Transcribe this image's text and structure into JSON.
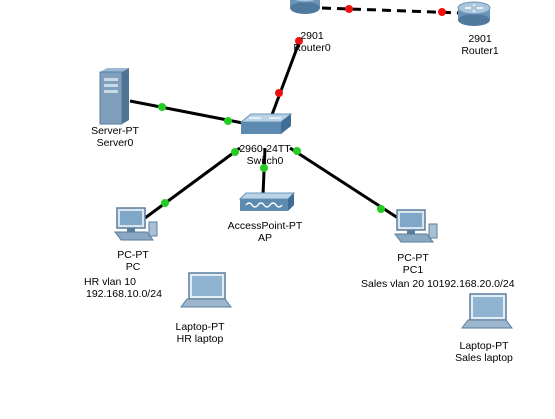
{
  "devices": {
    "router0": {
      "model": "2901",
      "name": "Router0",
      "icon": "router-icon"
    },
    "router1": {
      "model": "2901",
      "name": "Router1",
      "icon": "router-icon"
    },
    "switch0": {
      "model": "2960-24TT",
      "name": "Switch0",
      "icon": "switch-icon"
    },
    "server0": {
      "model": "Server-PT",
      "name": "Server0",
      "icon": "server-icon"
    },
    "ap": {
      "model": "AccessPoint-PT",
      "name": "AP",
      "icon": "access-point-icon"
    },
    "pc": {
      "model": "PC-PT",
      "name": "PC",
      "icon": "pc-icon"
    },
    "pc1": {
      "model": "PC-PT",
      "name": "PC1",
      "icon": "pc-icon"
    },
    "hr_laptop": {
      "model": "Laptop-PT",
      "name": "HR laptop",
      "icon": "laptop-icon"
    },
    "sales_laptop": {
      "model": "Laptop-PT",
      "name": "Sales laptop",
      "icon": "laptop-icon"
    }
  },
  "notes": {
    "hr_line1": "HR vlan 10",
    "hr_line2": "192.168.10.0/24",
    "sales": "Sales vlan 20 10192.168.20.0/24"
  },
  "colors": {
    "link": "#000000",
    "link_up": "#22cc22",
    "link_down": "#ee1111",
    "device_blue": "#5d8ab0"
  }
}
